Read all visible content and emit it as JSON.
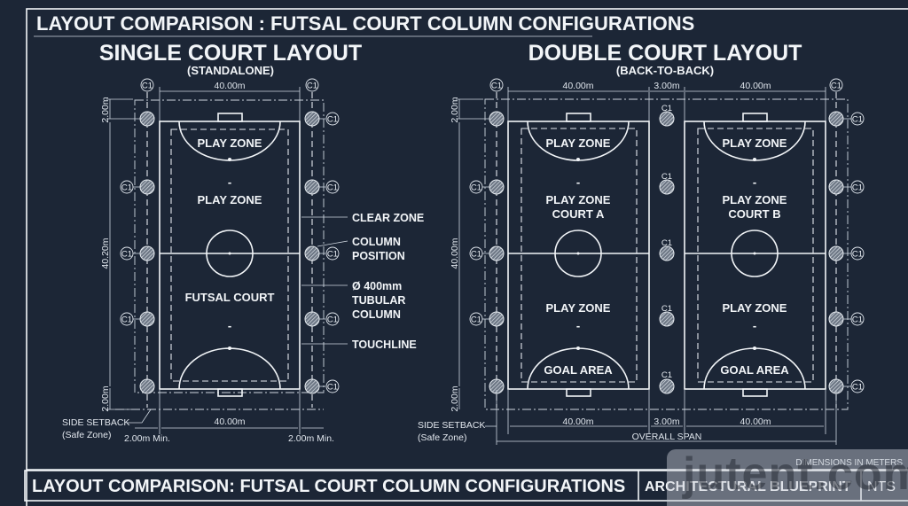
{
  "header": {
    "title": "LAYOUT COMPARISON : FUTSAL COURT COLUMN CONFIGURATIONS"
  },
  "single": {
    "title": "SINGLE COURT LAYOUT",
    "subtitle": "(STANDALONE)",
    "width_dim": "40.00m",
    "bottom_width_dim": "40.00m",
    "length_dim": "40.20m",
    "top_setback_dim": "2.00m",
    "bottom_setback_dim": "2.00m",
    "left_min_dim": "2.00m Min.",
    "right_min_dim": "2.00m Min.",
    "zone_top": "PLAY ZONE",
    "zone_mid_dash": "-",
    "zone_mid": "PLAY ZONE",
    "zone_court": "FUTSAL COURT",
    "zone_bottom_dash": "-",
    "column_tag": "C1",
    "side_setback_label": "SIDE SETBACK",
    "side_setback_sub": "(Safe Zone)",
    "annotations": {
      "clear_zone": "CLEAR ZONE",
      "column_position_1": "COLUMN",
      "column_position_2": "POSITION",
      "tubular_1": "Ø 400mm",
      "tubular_2": "TUBULAR",
      "tubular_3": "COLUMN",
      "touchline": "TOUCHLINE"
    }
  },
  "double": {
    "title": "DOUBLE COURT LAYOUT",
    "subtitle": "(BACK-TO-BACK)",
    "court_a_width": "40.00m",
    "gap_width": "3.00m",
    "court_b_width": "40.00m",
    "bottom_court_a_width": "40.00m",
    "bottom_gap_width": "3.00m",
    "bottom_court_b_width": "40.00m",
    "overall_span": "OVERALL SPAN",
    "length_dim": "40.00m",
    "top_setback_dim": "2.00m",
    "bottom_setback_dim": "2.00m",
    "column_tag": "C1",
    "side_setback_label": "SIDE SETBACK",
    "side_setback_sub": "(Safe Zone)",
    "court_a": {
      "zone_top": "PLAY ZONE",
      "dash_1": "-",
      "zone_mid_1": "PLAY ZONE",
      "zone_mid_2": "COURT A",
      "zone_lower": "PLAY ZONE",
      "dash_2": "-",
      "goal_area": "GOAL AREA"
    },
    "court_b": {
      "zone_top": "PLAY ZONE",
      "dash_1": "-",
      "zone_mid_1": "PLAY ZONE",
      "zone_mid_2": "COURT B",
      "zone_lower": "PLAY ZONE",
      "dash_2": "-",
      "goal_area": "GOAL AREA"
    }
  },
  "footer": {
    "units_note": "DIMENSIONS IN METERS",
    "title": "LAYOUT COMPARISON: FUTSAL COURT COLUMN CONFIGURATIONS",
    "drawing_type": "ARCHITECTURAL BLUEPRINT",
    "scale": "NTS"
  },
  "watermark": "jutent.com",
  "colors": {
    "background": "#1c2636",
    "line": "#f2f5f8"
  }
}
